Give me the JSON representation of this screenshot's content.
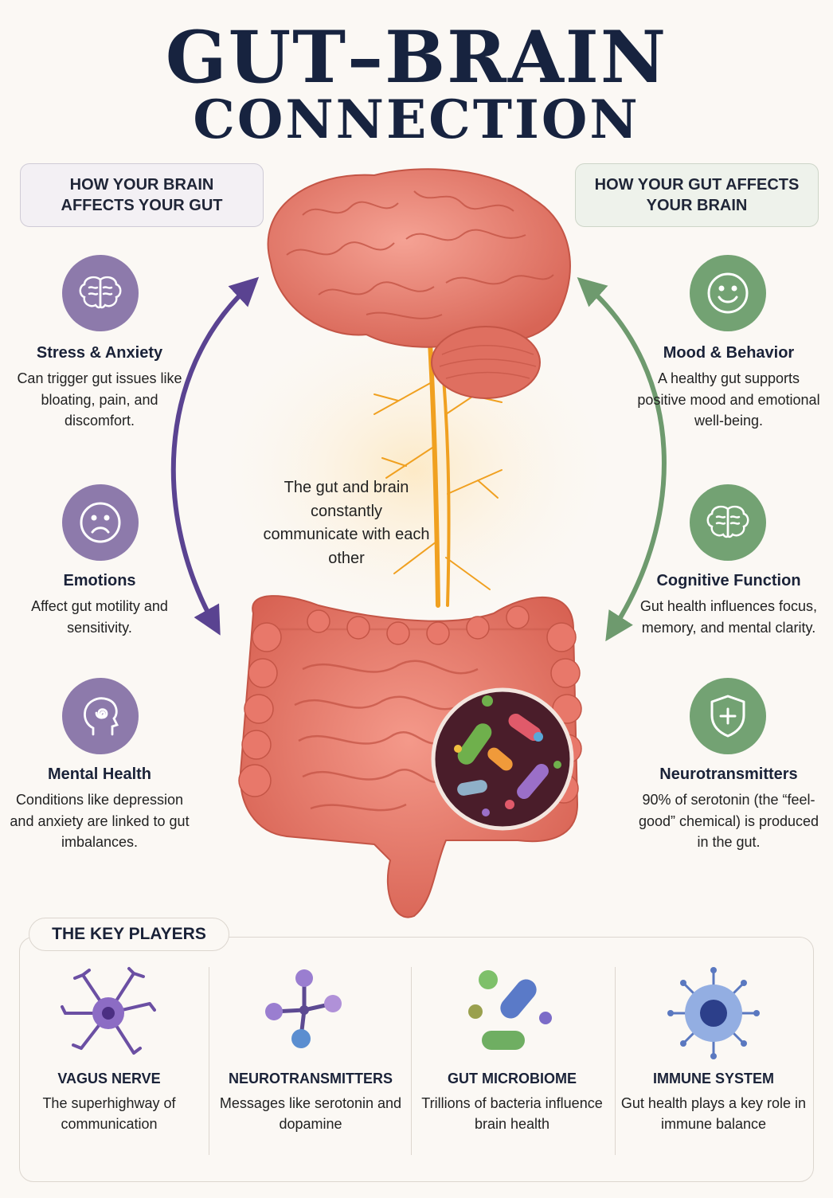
{
  "title": {
    "main": "GUT–BRAIN",
    "sub": "CONNECTION"
  },
  "left_header": "HOW YOUR BRAIN AFFECTS YOUR GUT",
  "right_header": "HOW YOUR GUT AFFECTS YOUR BRAIN",
  "left_topics": [
    {
      "title": "Stress & Anxiety",
      "desc": "Can trigger gut issues like bloating, pain, and discomfort.",
      "icon": "brain-icon"
    },
    {
      "title": "Emotions",
      "desc": "Affect gut motility and sensitivity.",
      "icon": "sad-face-icon"
    },
    {
      "title": "Mental Health",
      "desc": "Conditions like depression and anxiety are linked to gut imbalances.",
      "icon": "head-spiral-icon"
    }
  ],
  "right_topics": [
    {
      "title": "Mood & Behavior",
      "desc": "A healthy gut supports positive mood and emotional well-being.",
      "icon": "smiley-face-icon"
    },
    {
      "title": "Cognitive Function",
      "desc": "Gut health influences focus, memory, and mental clarity.",
      "icon": "brain-icon"
    },
    {
      "title": "Neurotransmitters",
      "desc": "90% of serotonin (the “feel-good” chemical) is produced in the gut.",
      "icon": "shield-plus-icon"
    }
  ],
  "center_text": "The gut and brain constantly communicate with each other",
  "key_players": {
    "heading": "THE KEY PLAYERS",
    "items": [
      {
        "title": "VAGUS NERVE",
        "desc": "The superhighway of communication",
        "icon": "neuron-icon"
      },
      {
        "title": "NEUROTRANSMITTERS",
        "desc": "Messages like serotonin and dopamine",
        "icon": "molecule-icon"
      },
      {
        "title": "GUT MICROBIOME",
        "desc": "Trillions of bacteria influence brain health",
        "icon": "bacteria-icon"
      },
      {
        "title": "IMMUNE SYSTEM",
        "desc": "Gut health plays a key role in immune balance",
        "icon": "immune-cell-icon"
      }
    ]
  },
  "colors": {
    "title": "#17233f",
    "left_accent": "#8d7aab",
    "right_accent": "#73a273",
    "left_arrow": "#5a4391",
    "right_arrow": "#6e9a6e",
    "organ": "#e8786a",
    "nerve": "#f0a020"
  }
}
